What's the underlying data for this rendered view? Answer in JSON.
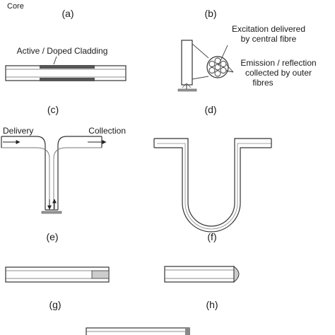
{
  "panels": {
    "a": {
      "label": "(a)",
      "core_label": "Core",
      "cladding_label": "Active / Doped Cladding"
    },
    "b": {
      "label": "(b)"
    },
    "c": {
      "label": "(c)"
    },
    "d": {
      "label": "(d)",
      "excitation_line1": "Excitation delivered",
      "excitation_line2": "by central fibre",
      "emission_line1": "Emission / reflection",
      "emission_line2": "collected by outer",
      "emission_line3": "fibres"
    },
    "e": {
      "label": "(e)",
      "delivery_label": "Delivery",
      "collection_label": "Collection"
    },
    "f": {
      "label": "(f)"
    },
    "g": {
      "label": "(g)"
    },
    "h": {
      "label": "(h)"
    }
  }
}
